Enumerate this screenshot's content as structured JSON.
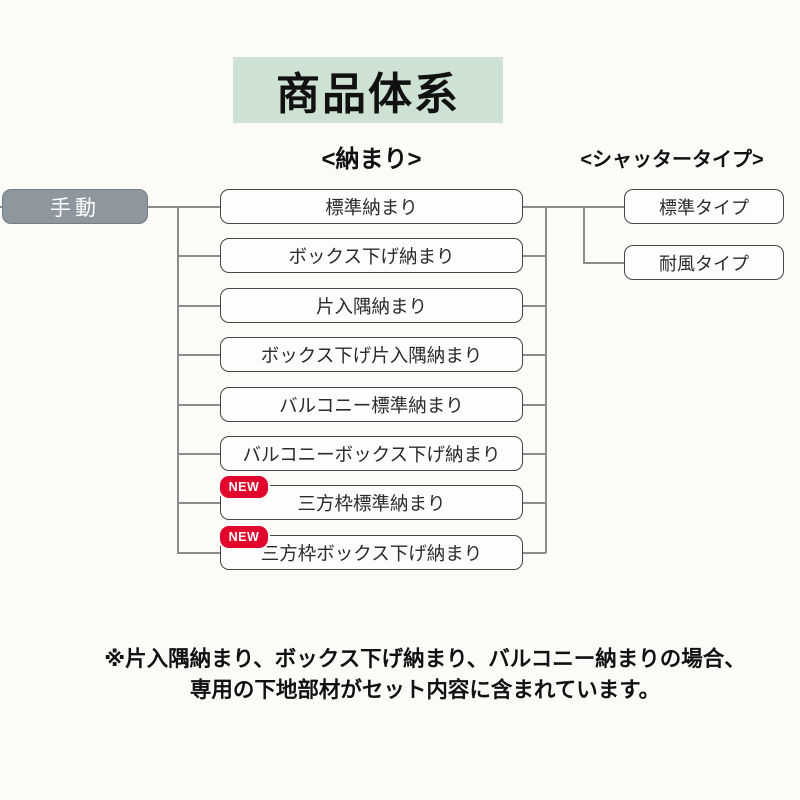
{
  "title": "商品体系",
  "headers": {
    "nakamari": "<納まり>",
    "shutter_type": "<シャッタータイプ>"
  },
  "manual": {
    "label": "手動"
  },
  "new_badge_label": "NEW",
  "nakamari_items": [
    {
      "label": "標準納まり",
      "new": false
    },
    {
      "label": "ボックス下げ納まり",
      "new": false
    },
    {
      "label": "片入隅納まり",
      "new": false
    },
    {
      "label": "ボックス下げ片入隅納まり",
      "new": false
    },
    {
      "label": "バルコニー標準納まり",
      "new": false
    },
    {
      "label": "バルコニーボックス下げ納まり",
      "new": false
    },
    {
      "label": "三方枠標準納まり",
      "new": true
    },
    {
      "label": "三方枠ボックス下げ納まり",
      "new": true
    }
  ],
  "shutter_types": [
    {
      "label": "標準タイプ"
    },
    {
      "label": "耐風タイプ"
    }
  ],
  "footer": {
    "line1": "※片入隅納まり、ボックス下げ納まり、バルコニー納まりの場合、",
    "line2": "専用の下地部材がセット内容に含まれています。"
  },
  "colors": {
    "page_bg": "#fcfbf8",
    "title_bg": "#cee2d4",
    "manual_bg": "#8e969e",
    "box_border": "#454545",
    "line": "#8c8c8c",
    "badge_bg": "#e2062c"
  }
}
